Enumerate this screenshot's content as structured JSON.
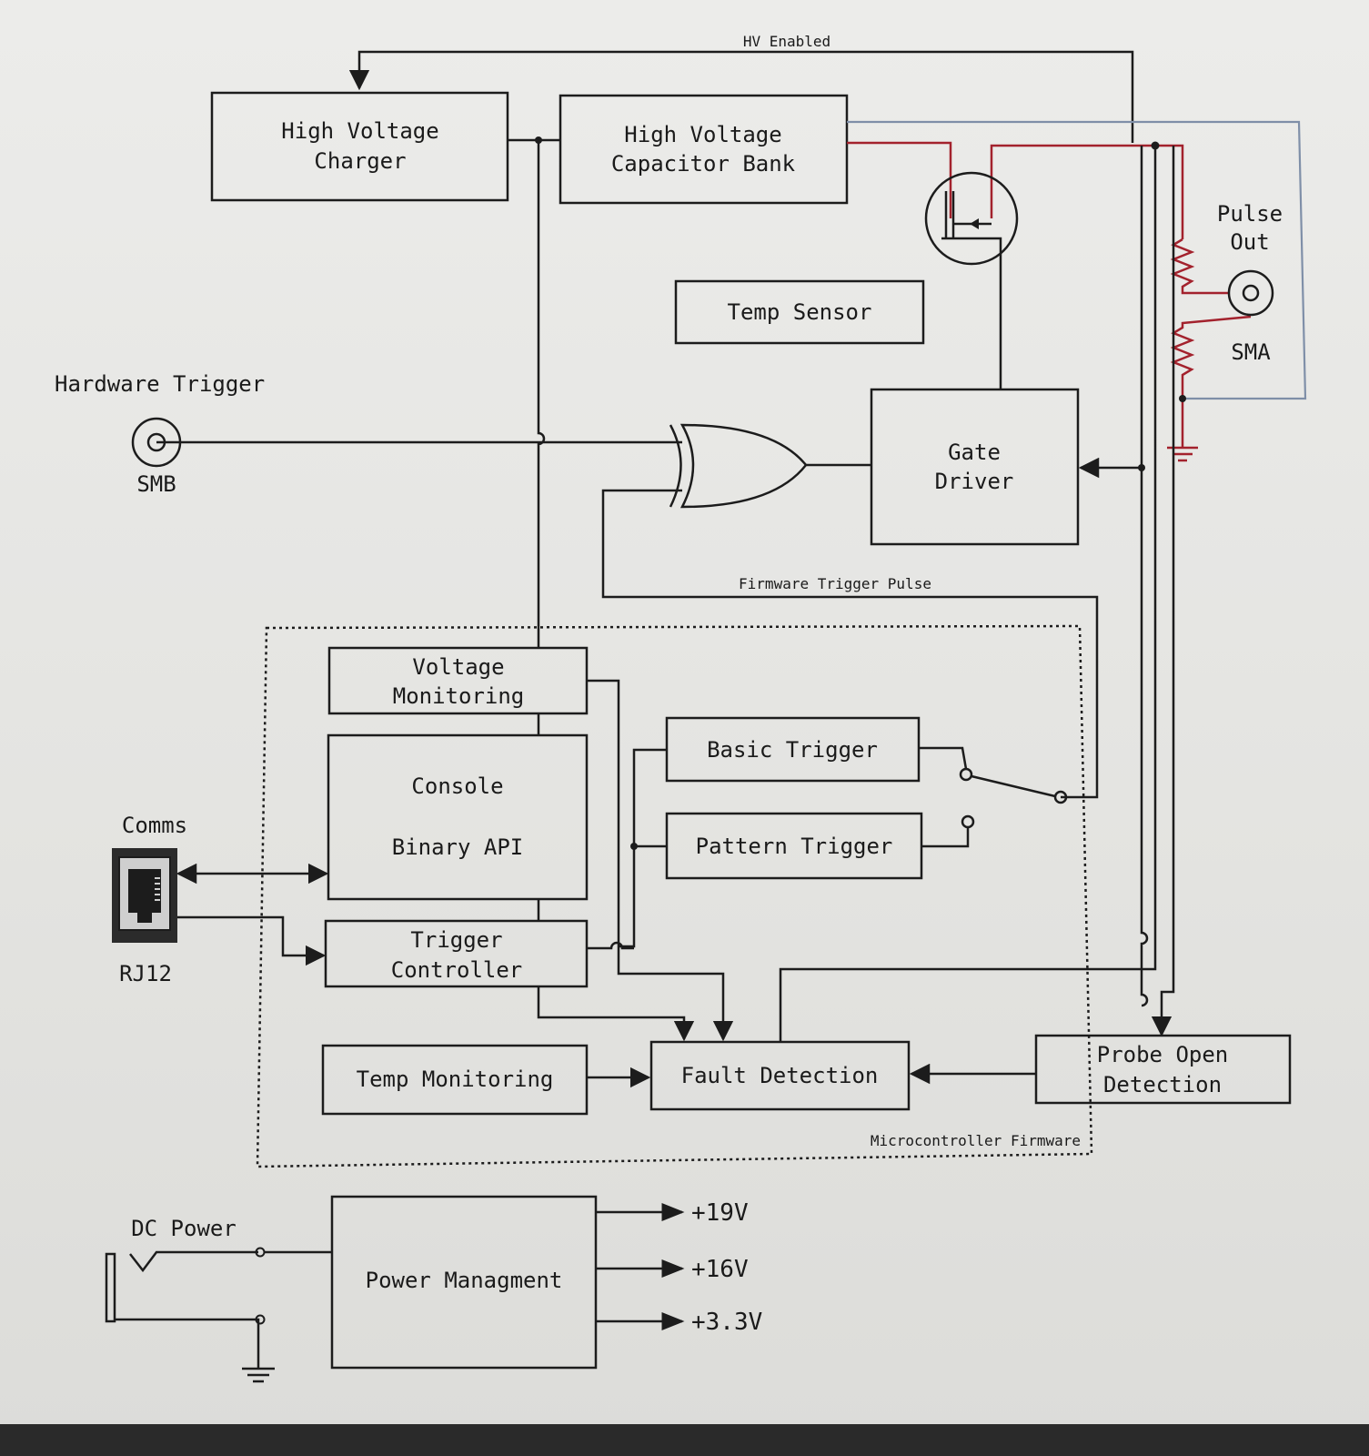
{
  "blocks": {
    "hv_charger": [
      "High Voltage",
      "Charger"
    ],
    "hv_cap_bank": [
      "High Voltage",
      "Capacitor Bank"
    ],
    "temp_sensor": "Temp Sensor",
    "gate_driver": [
      "Gate",
      "Driver"
    ],
    "voltage_monitoring": [
      "Voltage",
      "Monitoring"
    ],
    "console": "Console",
    "binary_api": "Binary API",
    "basic_trigger": "Basic Trigger",
    "pattern_trigger": "Pattern Trigger",
    "trigger_controller": [
      "Trigger",
      "Controller"
    ],
    "temp_monitoring": "Temp Monitoring",
    "fault_detection": "Fault Detection",
    "probe_open_detection": [
      "Probe Open",
      "Detection"
    ],
    "power_management": "Power Managment"
  },
  "labels": {
    "hv_enabled": "HV Enabled",
    "pulse_out": [
      "Pulse",
      "Out"
    ],
    "sma": "SMA",
    "hardware_trigger": "Hardware Trigger",
    "smb": "SMB",
    "firmware_trigger_pulse": "Firmware Trigger Pulse",
    "comms": "Comms",
    "rj12": "RJ12",
    "microcontroller_firmware": "Microcontroller Firmware",
    "dc_power": "DC Power"
  },
  "power_rails": [
    "+19V",
    "+16V",
    "+3.3V"
  ],
  "colors": {
    "line": "#1c1c1c",
    "hv_path": "#a3222d",
    "sense_path": "#7f8fa8",
    "paper": "#e6e6e3"
  }
}
